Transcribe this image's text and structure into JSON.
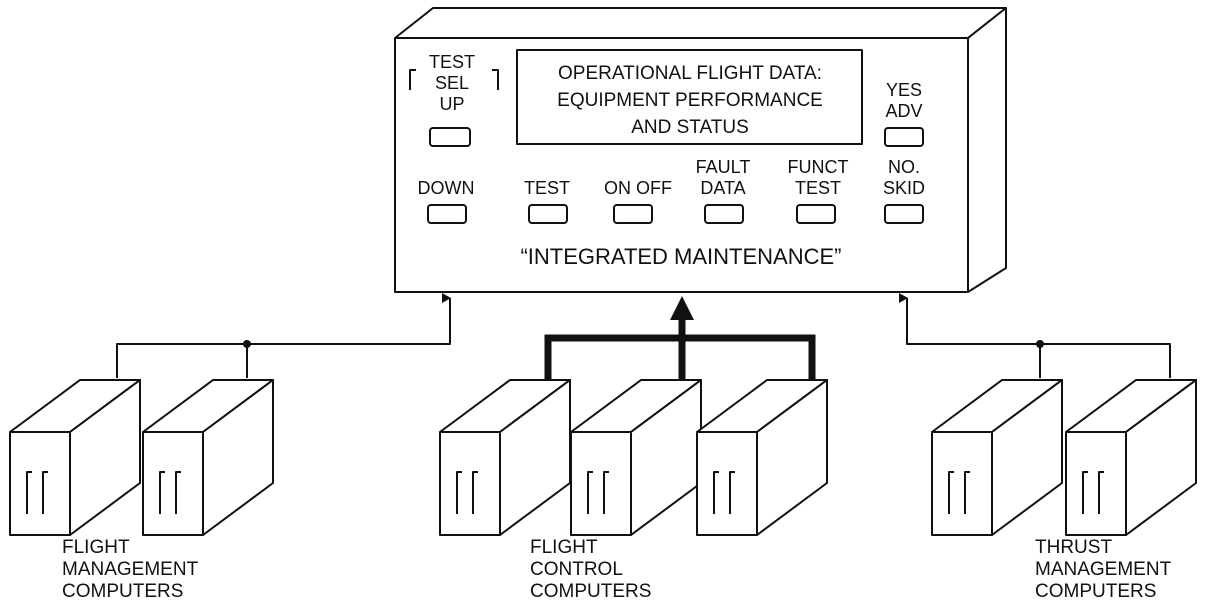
{
  "panel": {
    "display_lines": [
      "OPERATIONAL  FLIGHT DATA:",
      "EQUIPMENT  PERFORMANCE",
      "AND STATUS"
    ],
    "title": "“INTEGRATED MAINTENANCE”",
    "buttons": {
      "test_sel_up": [
        "TEST",
        "SEL",
        "UP"
      ],
      "yes_adv": [
        "YES",
        "ADV"
      ],
      "down": [
        "DOWN"
      ],
      "test": [
        "TEST"
      ],
      "on_off": [
        "ON OFF"
      ],
      "fault_data": [
        "FAULT",
        "DATA"
      ],
      "funct_test": [
        "FUNCT",
        "TEST"
      ],
      "no_skid": [
        "NO.",
        "SKID"
      ]
    }
  },
  "groups": {
    "flight_management": [
      "FLIGHT",
      "MANAGEMENT",
      "COMPUTERS"
    ],
    "flight_control": [
      "FLIGHT",
      "CONTROL",
      "COMPUTERS"
    ],
    "thrust_management": [
      "THRUST",
      "MANAGEMENT",
      "COMPUTERS"
    ]
  }
}
